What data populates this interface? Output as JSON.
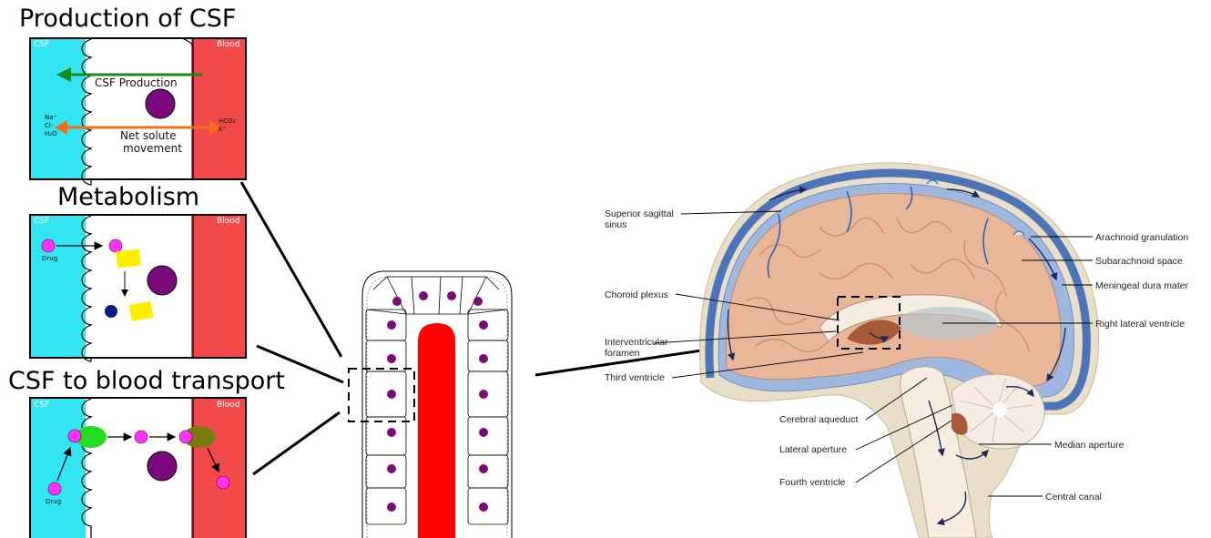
{
  "panels": {
    "production": {
      "title": "Production of CSF",
      "left_label": "CSF",
      "right_label": "Blood",
      "arrow1_label": "CSF Production",
      "arrow2_label_line1": "Net solute",
      "arrow2_label_line2": "movement",
      "ions_left": [
        "Na⁺",
        "Cl-",
        "H₂O"
      ],
      "ions_right": [
        "HCO₃⁻",
        "K⁺"
      ]
    },
    "metabolism": {
      "title": "Metabolism",
      "left_label": "CSF",
      "right_label": "Blood",
      "drug_label": "Drug"
    },
    "transport": {
      "title": "CSF to blood transport",
      "left_label": "CSF",
      "right_label": "Blood",
      "drug_label": "Drug"
    }
  },
  "brain_labels": {
    "superior_sagittal_sinus_1": "Superior sagittal",
    "superior_sagittal_sinus_2": "sinus",
    "choroid_plexus": "Choroid plexus",
    "interventricular_foramen_1": "Interventricular",
    "interventricular_foramen_2": "foramen",
    "third_ventricle": "Third ventricle",
    "cerebral_aqueduct": "Cerebral aqueduct",
    "lateral_aperture": "Lateral aperture",
    "fourth_ventricle": "Fourth ventricle",
    "arachnoid_granulation": "Arachnoid granulation",
    "subarachnoid_space": "Subarachnoid space",
    "meningeal_dura_mater": "Meningeal dura mater",
    "right_lateral_ventricle": "Right lateral ventricle",
    "median_aperture": "Median aperture",
    "central_canal": "Central canal"
  },
  "colors": {
    "csf": "#33e5f0",
    "blood": "#f24a4a",
    "nucleus": "#7a0a7a",
    "drug": "#ff33ff",
    "metabolite": "#ffee00",
    "transporter_in": "#22dd22",
    "transporter_out": "#7a7a10",
    "green_arrow": "#1a8a1a",
    "orange_arrow": "#f07018",
    "capillary": "#ff0000",
    "brain": "#e8b79a",
    "csf_brain": "#9fb8e0",
    "dura": "#4c74b8"
  }
}
